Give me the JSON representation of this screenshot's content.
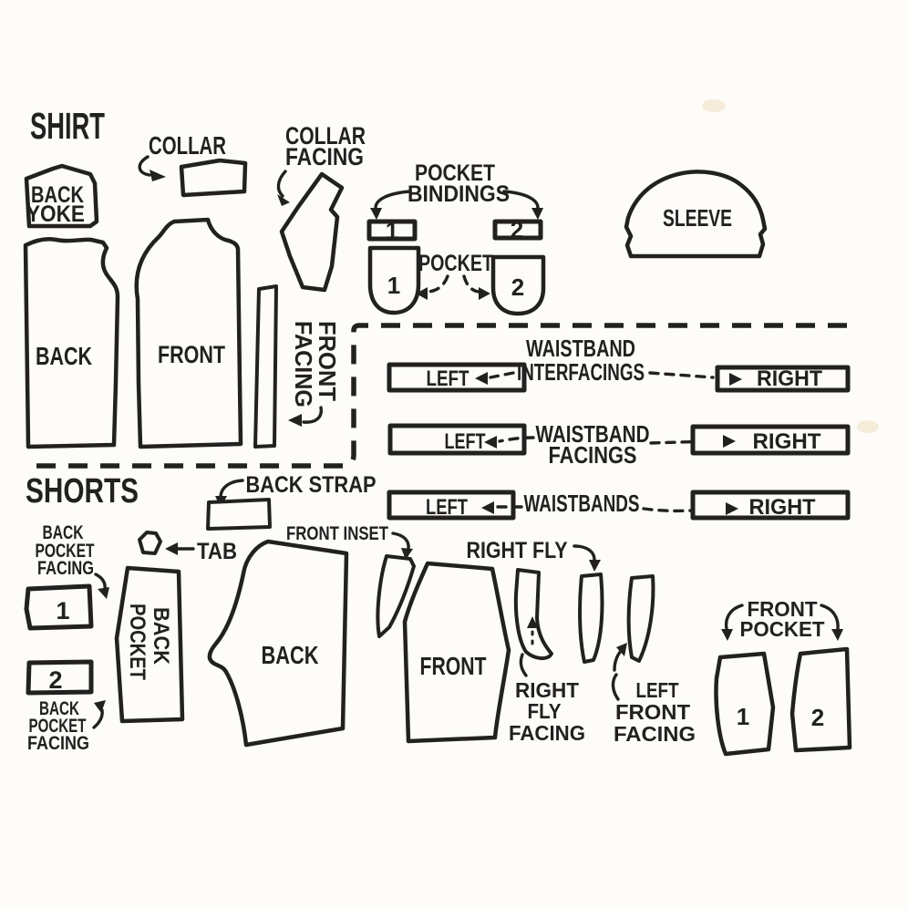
{
  "colors": {
    "ink": "#232120",
    "paper": "#fdfcf9"
  },
  "shirt": {
    "heading": "SHIRT",
    "back_yoke_line1": "BACK",
    "back_yoke_line2": "YOKE",
    "collar_label": "COLLAR",
    "collar_facing_line1": "COLLAR",
    "collar_facing_line2": "FACING",
    "back_label": "BACK",
    "front_label": "FRONT",
    "front_facing_line1": "FRONT",
    "front_facing_line2": "FACING",
    "pocket_bindings_line1": "POCKET",
    "pocket_bindings_line2": "BINDINGS",
    "binding1": "1",
    "binding2": "2",
    "pocket_label": "POCKET",
    "pocket1": "1",
    "pocket2": "2",
    "sleeve_label": "SLEEVE"
  },
  "waistbands": {
    "rows": [
      {
        "line1": "WAISTBAND",
        "line2": "INTERFACINGS",
        "left": "LEFT",
        "right": "RIGHT"
      },
      {
        "line1": "WAISTBAND",
        "line2": "FACINGS",
        "left": "LEFT",
        "right": "RIGHT"
      },
      {
        "line1": "WAISTBANDS",
        "left": "LEFT",
        "right": "RIGHT"
      }
    ]
  },
  "shorts": {
    "heading": "SHORTS",
    "back_strap_label": "BACK STRAP",
    "tab_label": "TAB",
    "back_pocket_facing_top": {
      "line1": "BACK",
      "line2": "POCKET",
      "line3": "FACING"
    },
    "back_pocket_facing_1": "1",
    "back_pocket_facing_2": "2",
    "back_pocket_facing_bottom": {
      "line1": "BACK",
      "line2": "POCKET",
      "line3": "FACING"
    },
    "back_pocket_line1": "BACK",
    "back_pocket_line2": "POCKET",
    "back_label": "BACK",
    "front_inset_label": "FRONT INSET",
    "front_label": "FRONT",
    "right_fly_label": "RIGHT FLY",
    "right_fly_facing": {
      "line1": "RIGHT",
      "line2": "FLY",
      "line3": "FACING"
    },
    "left_front_facing": {
      "line1": "LEFT",
      "line2": "FRONT",
      "line3": "FACING"
    },
    "front_pocket_line1": "FRONT",
    "front_pocket_line2": "POCKET",
    "front_pocket_1": "1",
    "front_pocket_2": "2"
  }
}
